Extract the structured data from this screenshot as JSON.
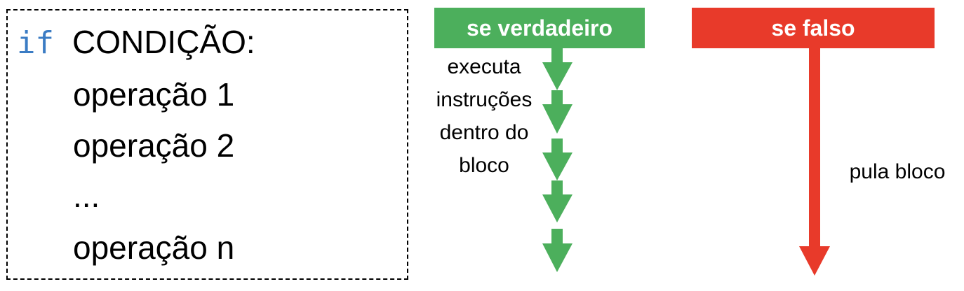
{
  "code_block": {
    "keyword": "if",
    "condition": "CONDIÇÃO:",
    "lines": [
      "operação 1",
      "operação 2",
      "...",
      "operação n"
    ]
  },
  "true_branch": {
    "label": "se verdadeiro",
    "color": "#4caf5c",
    "description": [
      "executa",
      "instruções",
      "dentro do",
      "bloco"
    ]
  },
  "false_branch": {
    "label": "se falso",
    "color": "#e83a2a",
    "description": "pula bloco"
  }
}
